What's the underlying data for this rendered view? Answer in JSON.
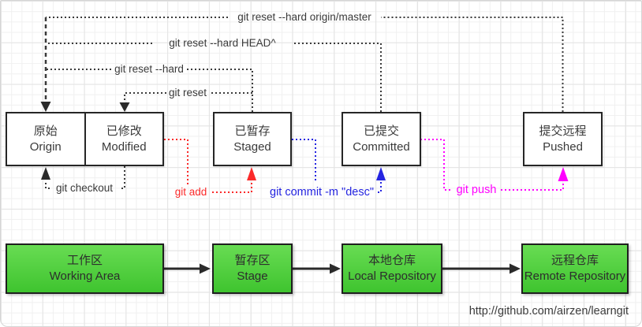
{
  "canvas": {
    "url_caption": "http://github.com/airzen/learngit"
  },
  "state_boxes": [
    {
      "zh": "原始",
      "en": "Origin"
    },
    {
      "zh": "已修改",
      "en": "Modified"
    },
    {
      "zh": "已暂存",
      "en": "Staged"
    },
    {
      "zh": "已提交",
      "en": "Committed"
    },
    {
      "zh": "提交远程",
      "en": "Pushed"
    }
  ],
  "area_boxes": [
    {
      "zh": "工作区",
      "en": "Working Area"
    },
    {
      "zh": "暂存区",
      "en": "Stage"
    },
    {
      "zh": "本地仓库",
      "en": "Local Repository"
    },
    {
      "zh": "远程仓库",
      "en": "Remote Repository"
    }
  ],
  "commands": {
    "reset_hard_origin_master": "git reset --hard origin/master",
    "reset_hard_head": "git reset --hard HEAD^",
    "reset_hard": "git reset --hard",
    "reset": "git reset",
    "checkout": "git checkout",
    "add": "git add",
    "commit": "git commit -m \"desc\"",
    "push": "git push"
  },
  "colors": {
    "line": "#3a3a3a",
    "box_border": "#262626",
    "add": "#fb2a2a",
    "commit": "#2424e0",
    "push": "#ff00ff",
    "green_top": "#68dc53",
    "green_bottom": "#3fc42f",
    "grid_minor": "#f0f0f0",
    "grid_major": "#e3e3e3"
  }
}
